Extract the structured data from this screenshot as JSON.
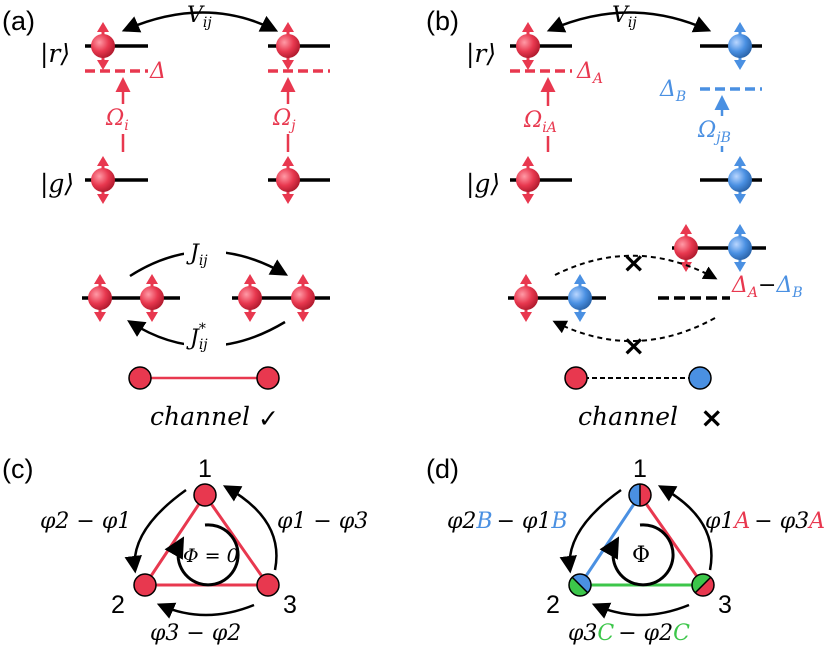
{
  "colors": {
    "red": "#e8384f",
    "blue": "#4a90e2",
    "green": "#3cc64a",
    "black": "#000000"
  },
  "panels": {
    "a": {
      "label": "(a)",
      "ket_r": "|r⟩",
      "ket_g": "|g⟩",
      "V": "V",
      "V_sub": "ij",
      "detuning": "Δ",
      "omega_i": "Ω",
      "omega_i_sub": "i",
      "omega_j": "Ω",
      "omega_j_sub": "j",
      "J": "J",
      "J_sub": "ij",
      "Jstar": "J",
      "Jstar_sup": "*",
      "Jstar_sub": "ij",
      "channel_word": "channel",
      "channel_mark": "✓"
    },
    "b": {
      "label": "(b)",
      "ket_r": "|r⟩",
      "ket_g": "|g⟩",
      "V": "V",
      "V_sub": "ij",
      "delta_A": "Δ",
      "delta_A_sub": "A",
      "delta_B": "Δ",
      "delta_B_sub": "B",
      "omega": "Ω",
      "omega_sub": "jB",
      "omega_i": "Ω",
      "omega_i_sub": "iA",
      "delta_diff_A": "Δ",
      "delta_diff_A_sub": "A",
      "delta_diff_minus": "−",
      "delta_diff_B": "Δ",
      "delta_diff_B_sub": "B",
      "cross": "×",
      "channel_word": "channel",
      "channel_mark": "×"
    },
    "c": {
      "label": "(c)",
      "nodes": [
        "1",
        "2",
        "3"
      ],
      "flux": "Φ = 0",
      "phase_left": "φ2 − φ1",
      "phase_right": "φ1 − φ3",
      "phase_bottom": "φ3 − φ2"
    },
    "d": {
      "label": "(d)",
      "nodes": [
        "1",
        "2",
        "3"
      ],
      "flux": "Φ",
      "phase_left_a": "φ2",
      "phase_left_a_sub": "B",
      "phase_left_b": "− φ1",
      "phase_left_b_sub": "B",
      "phase_right_a": "φ1",
      "phase_right_a_sub": "A",
      "phase_right_b": "− φ3",
      "phase_right_b_sub": "A",
      "phase_bottom_a": "φ3",
      "phase_bottom_a_sub": "C",
      "phase_bottom_b": "− φ2",
      "phase_bottom_b_sub": "C"
    }
  }
}
